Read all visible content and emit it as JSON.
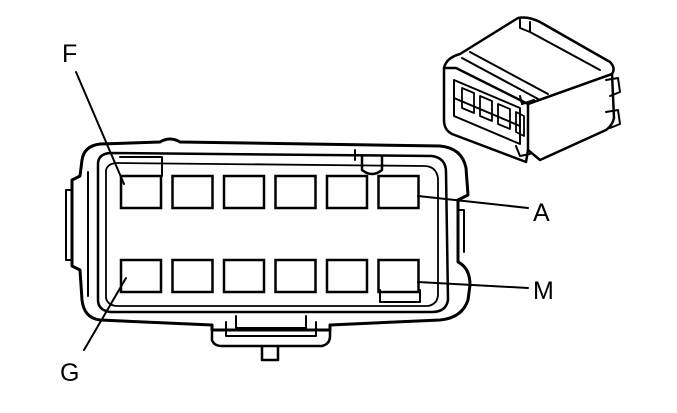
{
  "callouts": {
    "f": "F",
    "g": "G",
    "a": "A",
    "m": "M"
  },
  "colors": {
    "line": "#000000",
    "background": "#ffffff"
  },
  "connector": {
    "cavity_rows": 2,
    "cavities_per_row": 6
  }
}
